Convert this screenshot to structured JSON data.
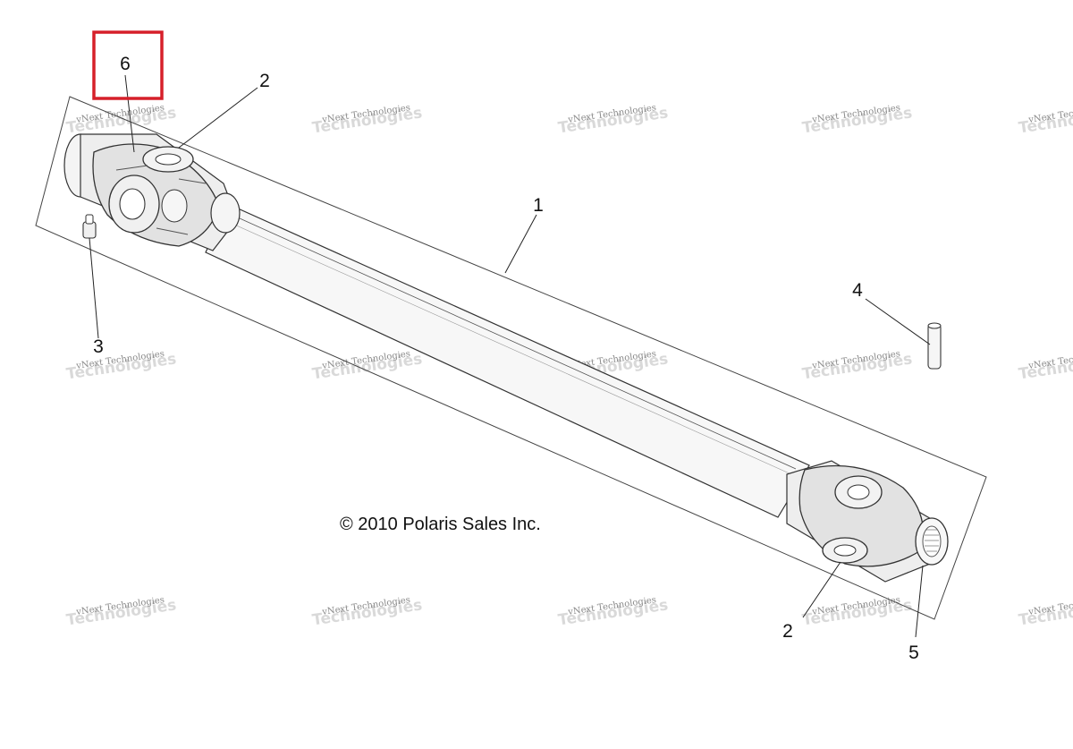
{
  "callouts": [
    {
      "id": "callout-6",
      "label": "6"
    },
    {
      "id": "callout-2-top",
      "label": "2"
    },
    {
      "id": "callout-1",
      "label": "1"
    },
    {
      "id": "callout-3",
      "label": "3"
    },
    {
      "id": "callout-4",
      "label": "4"
    },
    {
      "id": "callout-2-bottom",
      "label": "2"
    },
    {
      "id": "callout-5",
      "label": "5"
    }
  ],
  "copyright": "© 2010 Polaris Sales Inc.",
  "watermark": {
    "line1": "vNext Technologies",
    "line2": "Technologies"
  },
  "highlight_color": "#d6202a",
  "highlighted_callout": "6"
}
